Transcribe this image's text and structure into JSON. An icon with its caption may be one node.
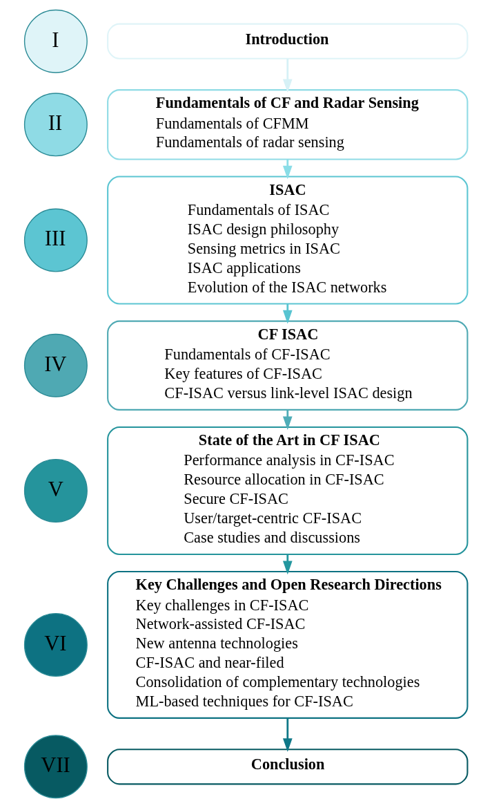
{
  "diagram": {
    "nodes": [
      {
        "text": [
          "I"
        ]
      },
      {
        "text": [
          "Introduction"
        ]
      },
      {
        "text": [
          "II"
        ]
      },
      {
        "text": [
          "Fundamentals of CF and Radar Sensing",
          "Fundamentals of CFMM",
          "Fundamentals of radar sensing"
        ]
      },
      {
        "text": [
          "III"
        ]
      },
      {
        "text": [
          "ISAC",
          "Fundamentals of ISAC",
          "ISAC design philosophy",
          "Sensing metrics in ISAC",
          "ISAC applications",
          "Evolution of the ISAC networks"
        ]
      },
      {
        "text": [
          "IV"
        ]
      },
      {
        "text": [
          "CF ISAC",
          "Fundamentals of CF-ISAC",
          "Key features of CF-ISAC",
          "CF-ISAC versus link-level ISAC design"
        ]
      },
      {
        "text": [
          "V"
        ]
      },
      {
        "text": [
          "State of the Art in CF ISAC",
          "Performance analysis in CF-ISAC",
          "Resource allocation in CF-ISAC",
          "Secure CF-ISAC",
          "User/target-centric CF-ISAC",
          "Case studies and discussions"
        ]
      },
      {
        "text": [
          "VI"
        ]
      },
      {
        "text": [
          "Key Challenges and Open Research Directions",
          "Key challenges in CF-ISAC",
          "Network-assisted CF-ISAC",
          "New antenna technologies",
          "CF-ISAC and near-filed",
          "Consolidation of complementary technologies",
          "ML-based techniques for CF-ISAC"
        ]
      },
      {
        "text": [
          "VII"
        ]
      },
      {
        "text": [
          "Conclusion"
        ]
      }
    ],
    "edges": [
      {
        "from": 1,
        "to": 3,
        "arrow": "to",
        "color": "#d6f1f6"
      },
      {
        "from": 3,
        "to": 5,
        "arrow": "to",
        "color": "#8adde7"
      },
      {
        "from": 5,
        "to": 7,
        "arrow": "to",
        "color": "#58c4d1"
      },
      {
        "from": 7,
        "to": 9,
        "arrow": "to",
        "color": "#4fadb8"
      },
      {
        "from": 9,
        "to": 11,
        "arrow": "to",
        "color": "#23979f"
      },
      {
        "from": 11,
        "to": 13,
        "arrow": "to",
        "color": "#0f7888"
      }
    ]
  }
}
